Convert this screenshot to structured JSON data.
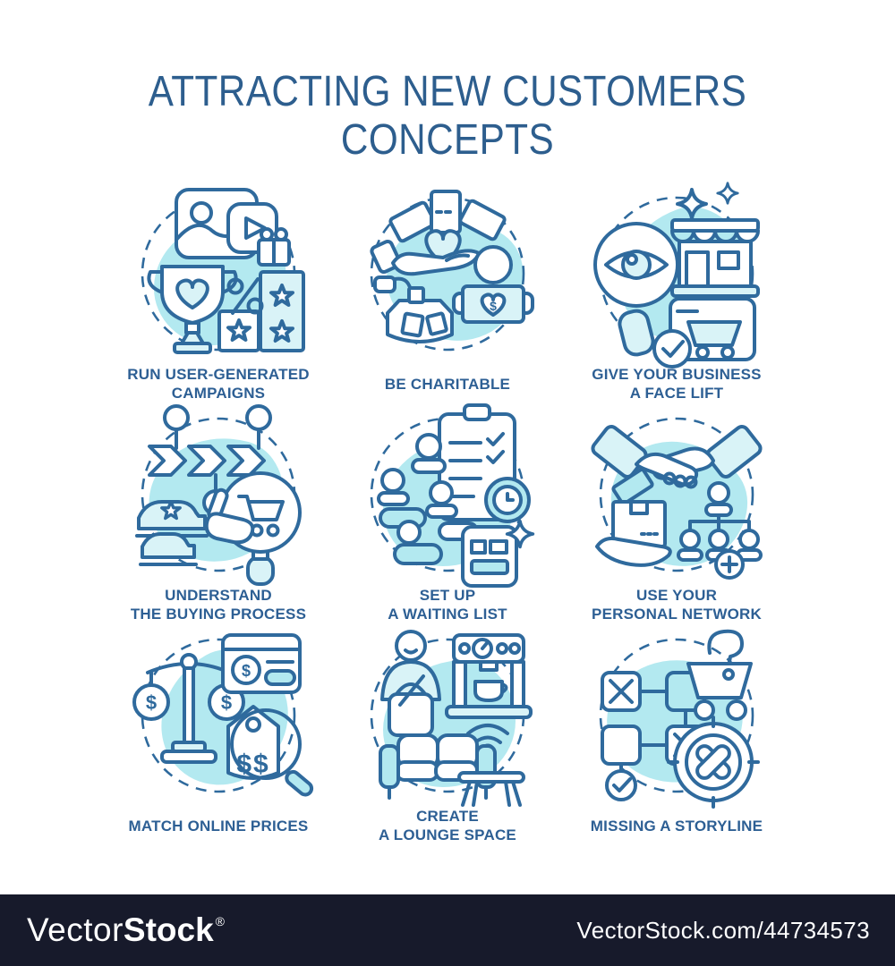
{
  "title": {
    "text": "ATTRACTING NEW CUSTOMERS\nCONCEPTS"
  },
  "concepts": [
    {
      "id": "run-user-generated-campaigns",
      "icon": "trophy-media-campaign",
      "label": "RUN USER-GENERATED\nCAMPAIGNS"
    },
    {
      "id": "be-charitable",
      "icon": "charity-hands-donation",
      "label": "BE CHARITABLE"
    },
    {
      "id": "give-your-business-a-face-lift",
      "icon": "storefront-eye-magnifier",
      "label": "GIVE YOUR BUSINESS\nA FACE LIFT"
    },
    {
      "id": "understand-the-buying-process",
      "icon": "process-arrows-cars-cart",
      "label": "UNDERSTAND\nTHE BUYING PROCESS"
    },
    {
      "id": "set-up-a-waiting-list",
      "icon": "clipboard-clock-people",
      "label": "SET UP\nA WAITING LIST"
    },
    {
      "id": "use-your-personal-network",
      "icon": "handshake-org-chart",
      "label": "USE YOUR\nPERSONAL NETWORK"
    },
    {
      "id": "match-online-prices",
      "icon": "scale-price-tag",
      "label": "MATCH ONLINE PRICES"
    },
    {
      "id": "create-a-lounge-space",
      "icon": "sofa-coffee-machine",
      "label": "CREATE\nA LOUNGE SPACE"
    },
    {
      "id": "missing-a-storyline",
      "icon": "flowchart-basket-target",
      "label": "MISSING A STORYLINE"
    }
  ],
  "watermark": {
    "logo_light": "Vector",
    "logo_bold": "Stock",
    "registered": "®",
    "site_ref": "VectorStock.com/44734573"
  },
  "colors": {
    "stroke": "#2f6a9d",
    "light": "#d9f3f7",
    "mid": "#b3e9f0",
    "label": "#2d5f94",
    "title": "#2d5e8e",
    "footer_bg": "#171a2b",
    "footer_text": "#ffffff"
  }
}
